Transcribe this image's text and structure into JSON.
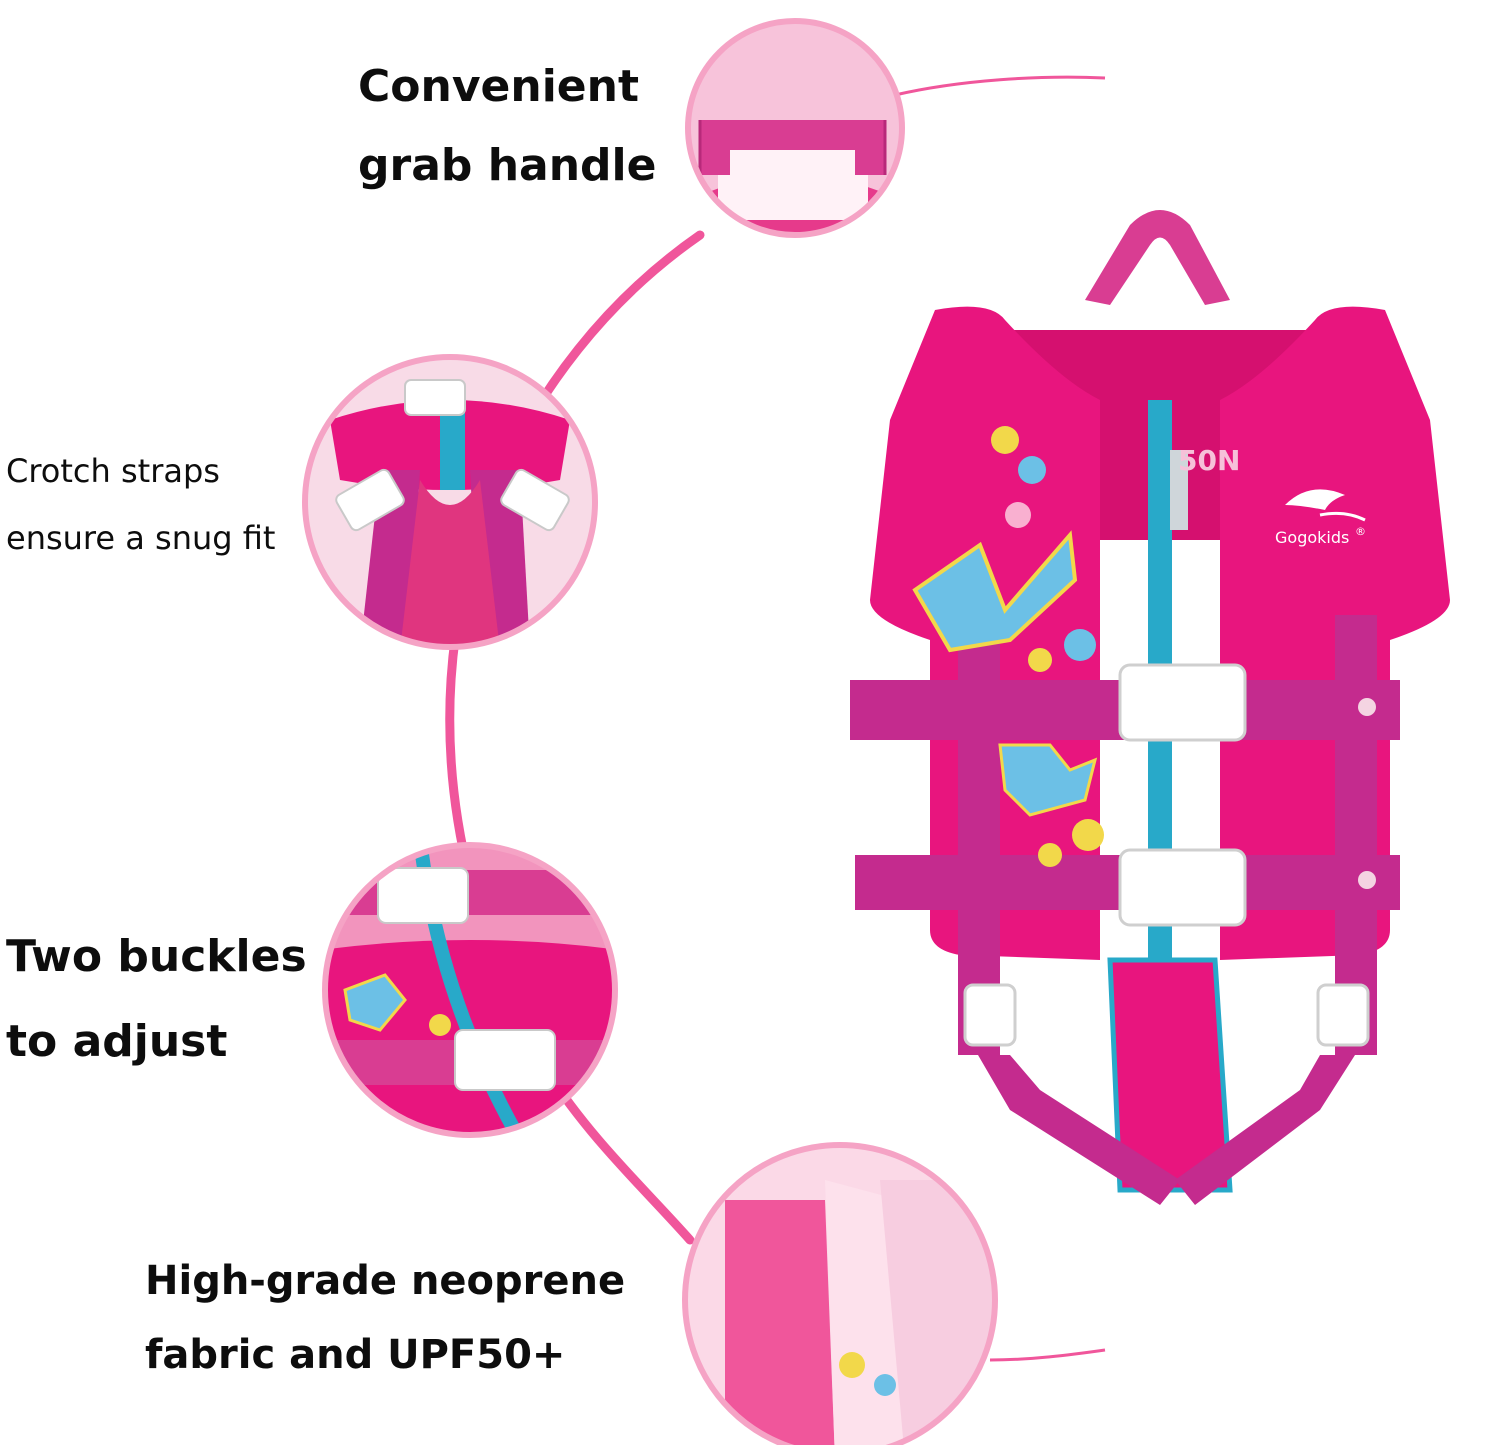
{
  "captions": {
    "grab_handle": {
      "line1": "Convenient",
      "line2": "grab handle"
    },
    "crotch_straps": {
      "line1": "Crotch straps",
      "line2": "ensure a snug fit"
    },
    "buckles": {
      "line1": "Two buckles",
      "line2": "to adjust"
    },
    "fabric": {
      "line1": "High-grade neoprene",
      "line2": "fabric and UPF50+"
    }
  },
  "vest": {
    "brand": "Gogokids",
    "brand_mark": "®",
    "label_text": "50N"
  },
  "colors": {
    "vest_pink": "#e8157e",
    "strap_pink": "#c42b8e",
    "zipper_blue": "#28a9c9",
    "arc_pink": "#f0569b",
    "circle_border": "#f5a3c5"
  }
}
